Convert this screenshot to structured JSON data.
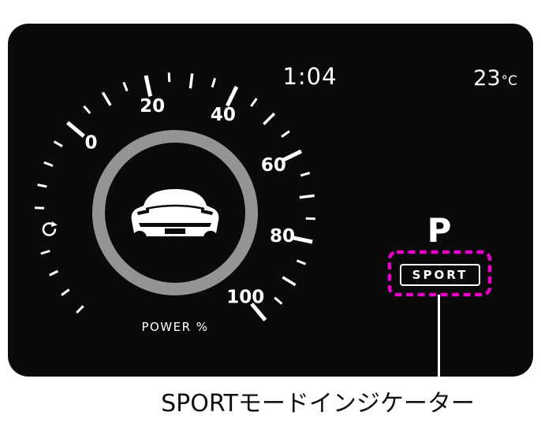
{
  "display": {
    "clock": "1:04",
    "temperature": {
      "value": "23",
      "unit": "°C"
    },
    "gear_position": "P",
    "drive_mode": "SPORT",
    "power_gauge": {
      "type": "gauge",
      "tick_labels": [
        "0",
        "20",
        "40",
        "60",
        "80",
        "100"
      ],
      "min": 0,
      "max": 100,
      "unit_label": "POWER %"
    }
  },
  "annotation": {
    "caption": "SPORTモードインジケーター",
    "highlight_color": "#e600c8"
  },
  "colors": {
    "screen_background": "#0a0a0a",
    "foreground": "#ffffff",
    "ring": "#949494"
  }
}
